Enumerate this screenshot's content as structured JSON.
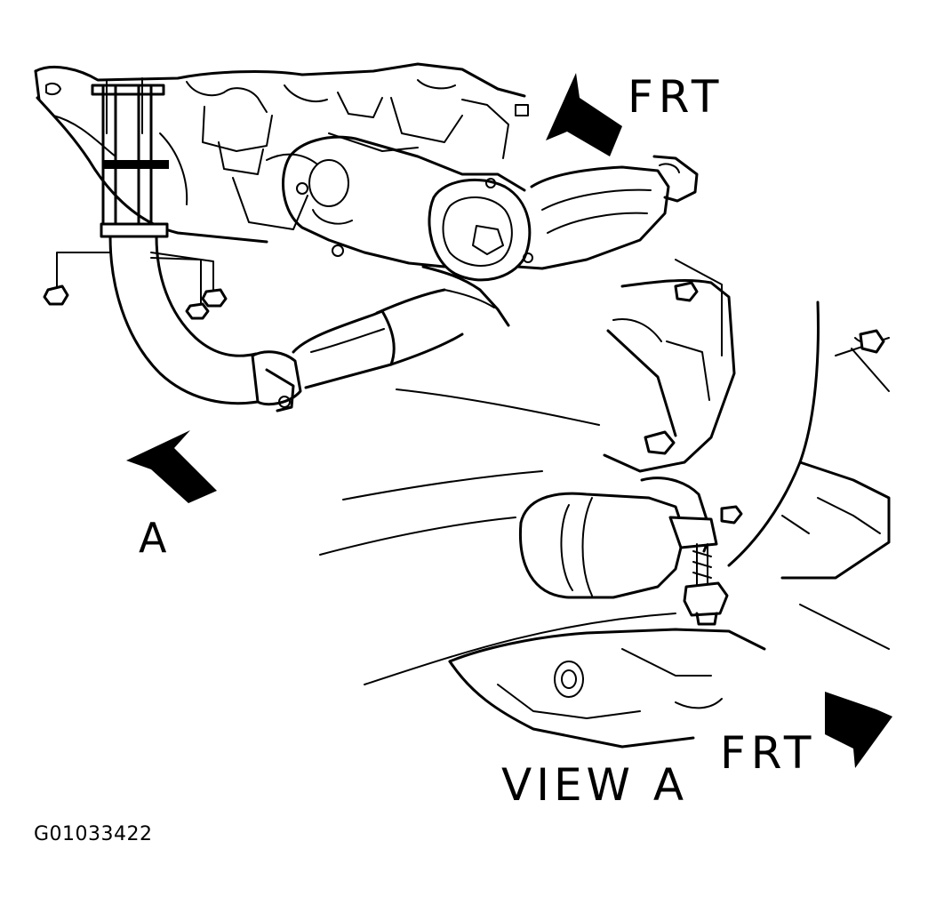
{
  "labels": {
    "front_top": "FRT",
    "view_callout": "A",
    "view_title": "VIEW A",
    "front_bottom": "FRT",
    "figure_id": "G01033422"
  },
  "colors": {
    "ink": "#000000",
    "paper": "#ffffff"
  },
  "icons": {
    "front_arrow_top": "arrow-up-left-icon",
    "view_arrow": "arrow-up-right-icon",
    "front_arrow_bottom": "arrow-down-right-icon"
  }
}
